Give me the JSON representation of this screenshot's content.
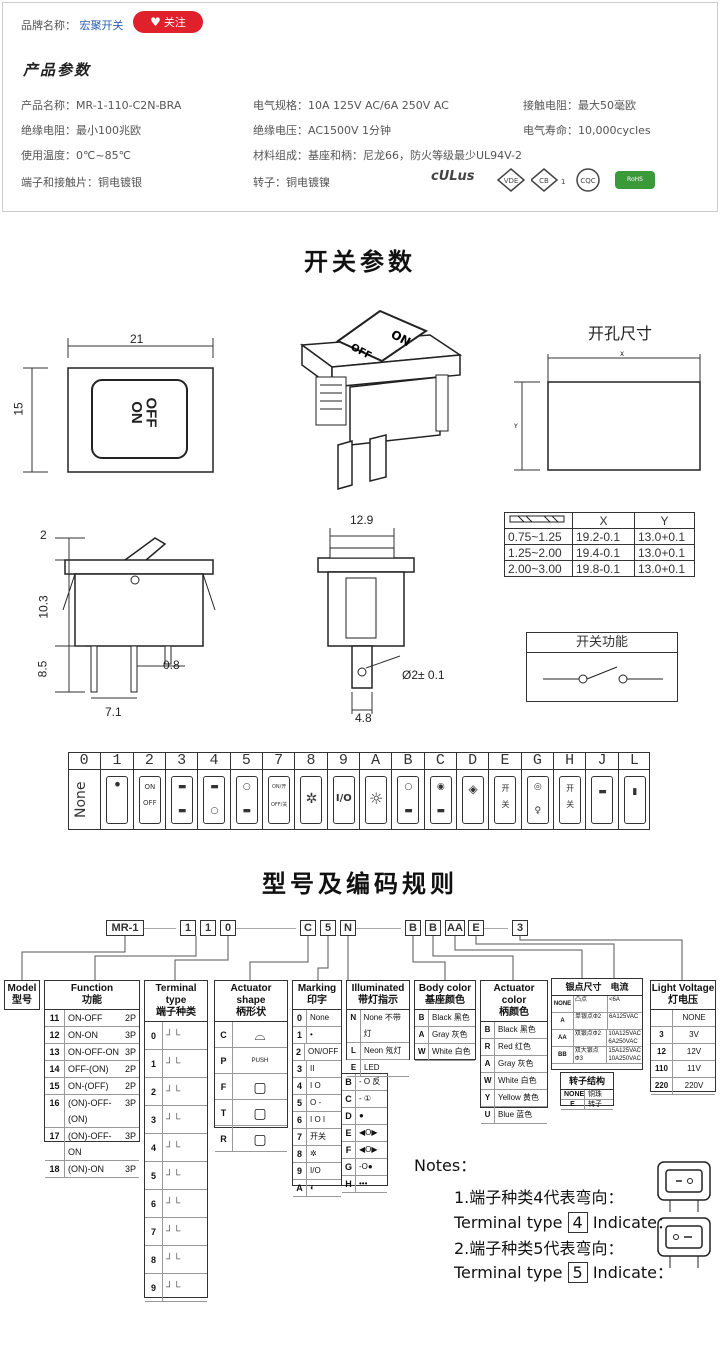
{
  "header": {
    "brand_label": "品牌名称：",
    "brand_name": "宏聚开关",
    "follow_label": "关注",
    "section_title": "产品参数"
  },
  "specs": [
    {
      "text": "产品名称：MR-1-110-C2N-BRA"
    },
    {
      "text": "电气规格：10A  125V  AC/6A 250V  AC"
    },
    {
      "text": "接触电阻：最大50毫欧"
    },
    {
      "text": "绝缘电阻：最小100兆欧"
    },
    {
      "text": "绝缘电压：AC1500V 1分钟"
    },
    {
      "text": "电气寿命：10,000cycles"
    },
    {
      "text": "使用温度：0℃~85℃"
    },
    {
      "text": "材料组成：基座和柄：尼龙66，防火等级最少UL94V-2"
    },
    {
      "text": "端子和接触片：铜电镀银"
    },
    {
      "text": "转子：铜电镀镍"
    }
  ],
  "certs": [
    "cULus",
    "VDE",
    "CB",
    "CQC",
    "RoHS Compliant"
  ],
  "switch_params": {
    "title": "开关参数",
    "panel_cutout": "开孔尺寸",
    "x_label": "X",
    "y_label": "Y",
    "dims": {
      "w21": "21",
      "h15": "15",
      "d2": "2",
      "d103": "10.3",
      "d85": "8.5",
      "d08": "0.8",
      "d71": "7.1",
      "d129": "12.9",
      "d2hole": "Ø2± 0.1",
      "d48": "4.8"
    },
    "on": "ON",
    "off": "OFF",
    "table_header": [
      "",
      "X",
      "Y"
    ],
    "table_rows": [
      [
        "0.75~1.25",
        "19.2-0.1",
        "13.0+0.1"
      ],
      [
        "1.25~2.00",
        "19.4-0.1",
        "13.0+0.1"
      ],
      [
        "2.00~3.00",
        "19.8-0.1",
        "13.0+0.1"
      ]
    ],
    "function_title": "开关功能"
  },
  "marking_codes": {
    "heads": [
      "0",
      "1",
      "2",
      "3",
      "4",
      "5",
      "7",
      "8",
      "9",
      "A",
      "B",
      "C",
      "D",
      "E",
      "G",
      "H",
      "J",
      "L"
    ],
    "c0": "None",
    "c2_top": "ON",
    "c2_bot": "OFF",
    "ce_top": "开",
    "ce_bot": "关",
    "ch_top": "开",
    "ch_bot": "关",
    "c7_top": "ON/开",
    "c7_bot": "OFF/关",
    "c9": "I/O"
  },
  "coding": {
    "title": "型号及编码规则",
    "codes": [
      "MR-1",
      "1",
      "1",
      "0",
      "C",
      "5",
      "N",
      "B",
      "B",
      "AA",
      "E",
      "3"
    ],
    "model": {
      "h1": "Model",
      "h2": "型号"
    },
    "function": {
      "h1": "Function",
      "h2": "功能",
      "rows": [
        [
          "11",
          "ON-OFF",
          "2P"
        ],
        [
          "12",
          "ON-ON",
          "3P"
        ],
        [
          "13",
          "ON-OFF-ON",
          "3P"
        ],
        [
          "14",
          "OFF-(ON)",
          "2P"
        ],
        [
          "15",
          "ON-(OFF)",
          "2P"
        ],
        [
          "16",
          "(ON)-OFF-(ON)",
          "3P"
        ],
        [
          "17",
          "(ON)-OFF-ON",
          "3P"
        ],
        [
          "18",
          "(ON)-ON",
          "3P"
        ]
      ]
    },
    "terminal": {
      "h1": "Terminal type",
      "h2": "端子种类",
      "rows": [
        "0",
        "1",
        "2",
        "3",
        "4",
        "5",
        "6",
        "7",
        "8",
        "9"
      ]
    },
    "actuator": {
      "h1": "Actuator shape",
      "h2": "柄形状",
      "rows": [
        "C",
        "P",
        "F",
        "T",
        "R"
      ],
      "push": "PUSH"
    },
    "marking": {
      "h1": "Marking",
      "h2": "印字",
      "rows": [
        [
          "0",
          "None"
        ],
        [
          "1",
          "•"
        ],
        [
          "2",
          "ON/OFF"
        ],
        [
          "3",
          "II"
        ],
        [
          "4",
          "I O"
        ],
        [
          "5",
          "O -"
        ],
        [
          "6",
          "I O I"
        ],
        [
          "7",
          "开关"
        ],
        [
          "8",
          "✲"
        ],
        [
          "9",
          "I/O"
        ],
        [
          "A",
          "◐"
        ]
      ],
      "rows2": [
        [
          "B",
          "- O 反"
        ],
        [
          "C",
          "- ①"
        ],
        [
          "D",
          "●"
        ],
        [
          "E",
          "◀O▶"
        ],
        [
          "F",
          "◀O▶"
        ],
        [
          "G",
          "-O●"
        ],
        [
          "H",
          "•••"
        ]
      ]
    },
    "illuminated": {
      "h1": "Illuminated",
      "h2": "带灯指示",
      "rows": [
        [
          "N",
          "None 不带灯"
        ],
        [
          "L",
          "Neon 氖灯"
        ],
        [
          "E",
          "LED"
        ]
      ]
    },
    "body": {
      "h1": "Body color",
      "h2": "基座颜色",
      "rows": [
        [
          "B",
          "Black 黑色"
        ],
        [
          "A",
          "Gray 灰色"
        ],
        [
          "W",
          "White 白色"
        ]
      ]
    },
    "actuator_color": {
      "h1": "Actuator color",
      "h2": "柄颜色",
      "rows": [
        [
          "B",
          "Black 黑色"
        ],
        [
          "R",
          "Red 红色"
        ],
        [
          "A",
          "Gray 灰色"
        ],
        [
          "W",
          "White 白色"
        ],
        [
          "Y",
          "Yellow 黄色"
        ],
        [
          "U",
          "Blue 蓝色"
        ]
      ]
    },
    "contact": {
      "h1": "银点尺寸",
      "h2": "电流",
      "rows": [
        [
          "NONE",
          "凸点",
          "<6A"
        ],
        [
          "A",
          "单银点Φ2",
          "6A125VAC"
        ],
        [
          "AA",
          "双银点Φ2",
          "10A125VAC 6A250VAC"
        ],
        [
          "BB",
          "双大银点Φ3",
          "15A125VAC 10A250VAC"
        ]
      ]
    },
    "rotor": {
      "h1": "转子结构",
      "rows": [
        [
          "NONE",
          "铜珠"
        ],
        [
          "E",
          "转子"
        ]
      ]
    },
    "light": {
      "h1": "Light Voltage",
      "h2": "灯电压",
      "rows": [
        [
          "",
          "NONE"
        ],
        [
          "3",
          "3V"
        ],
        [
          "12",
          "12V"
        ],
        [
          "110",
          "11V"
        ],
        [
          "220",
          "220V"
        ]
      ]
    }
  },
  "notes": {
    "title": "Notes：",
    "n1": "1.端子种类4代表弯向：",
    "n1_en": "Terminal type",
    "n1_code": "4",
    "n1_tail": "Indicate：",
    "n2": "2.端子种类5代表弯向：",
    "n2_en": "Terminal type",
    "n2_code": "5",
    "n2_tail": "Indicate："
  }
}
